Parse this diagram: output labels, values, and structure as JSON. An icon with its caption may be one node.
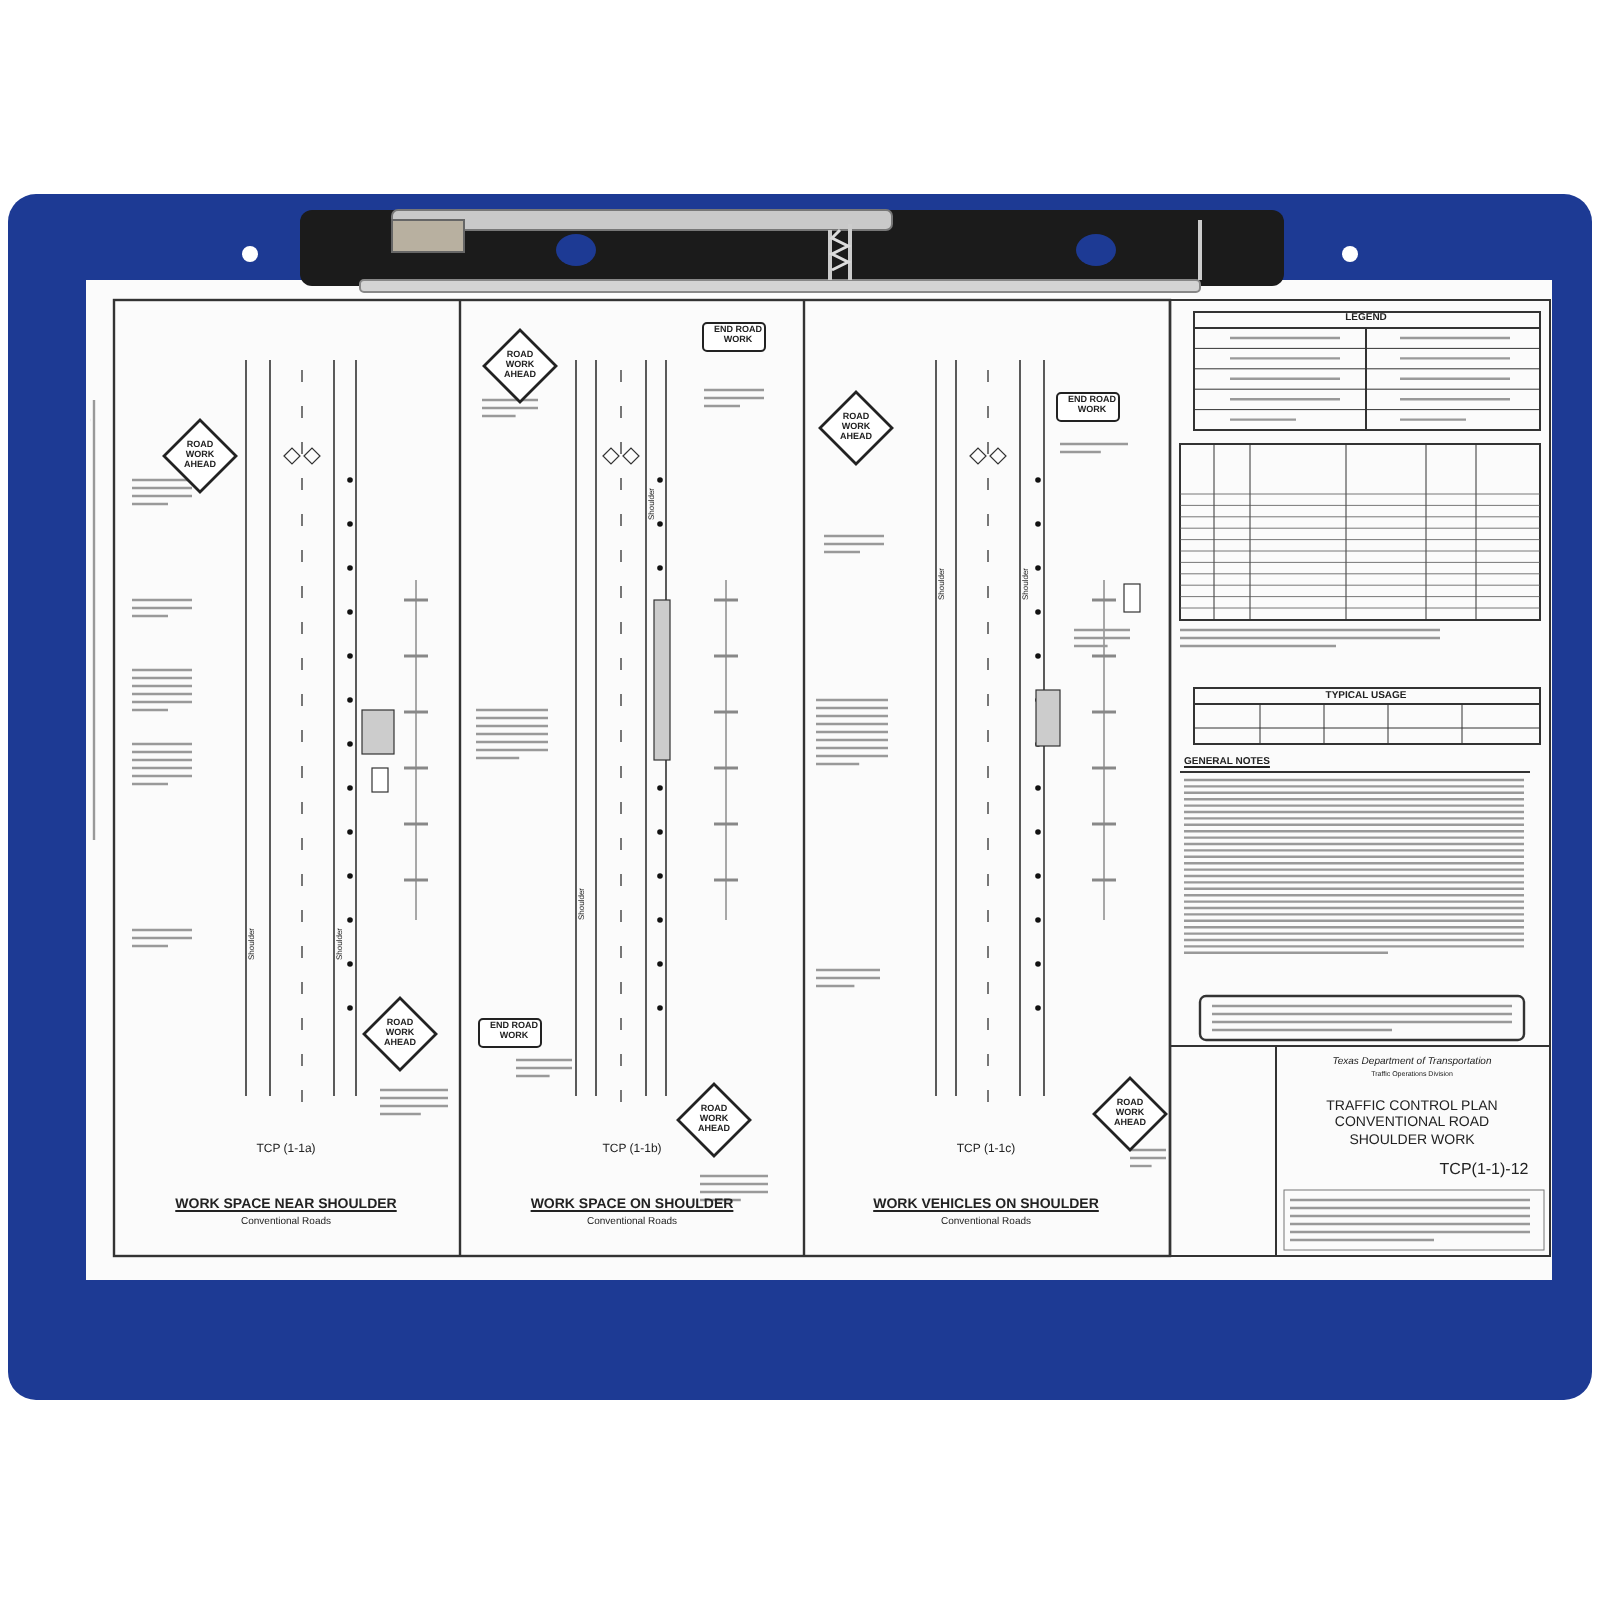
{
  "diagram": {
    "nodes": [
      {
        "text": [
          "ROAD WORK AHEAD"
        ]
      },
      {
        "text": [
          "ROAD WORK AHEAD"
        ]
      },
      {
        "text": [
          "ROAD WORK AHEAD"
        ]
      },
      {
        "text": [
          "END ROAD WORK"
        ]
      },
      {
        "text": [
          "END ROAD WORK"
        ]
      },
      {
        "text": [
          "ROAD WORK AHEAD"
        ]
      },
      {
        "text": [
          "ROAD WORK AHEAD"
        ]
      },
      {
        "text": [
          "END ROAD WORK"
        ]
      },
      {
        "text": [
          "ROAD WORK AHEAD"
        ]
      }
    ],
    "edges": [],
    "labels": [
      "Shoulder",
      "Shoulder",
      "Shoulder",
      "Shoulder",
      "Shoulder",
      "Shoulder",
      "TCP (1-1a)",
      "WORK SPACE NEAR SHOULDER",
      "Conventional Roads",
      "TCP (1-1b)",
      "WORK SPACE ON SHOULDER",
      "Conventional Roads",
      "TCP (1-1c)",
      "WORK VEHICLES ON SHOULDER",
      "Conventional Roads",
      "LEGEND",
      "TYPICAL USAGE",
      "GENERAL NOTES",
      "Texas Department of Transportation",
      "Traffic Operations Division",
      "TRAFFIC CONTROL PLAN CONVENTIONAL ROAD SHOULDER WORK",
      "TCP(1-1)-12"
    ]
  }
}
